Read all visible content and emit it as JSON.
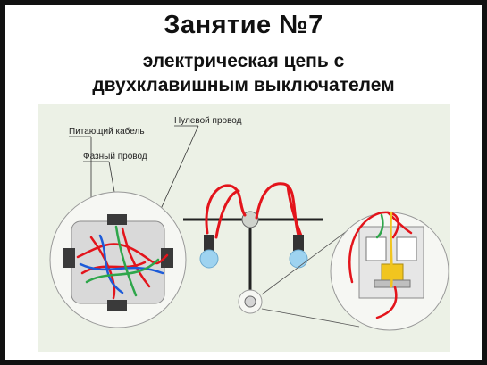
{
  "slide": {
    "title": "Занятие №7",
    "subtitle_line1": "электрическая цепь с",
    "subtitle_line2": "двухклавишным выключателем"
  },
  "diagram": {
    "labels": {
      "supply_cable": "Питающий кабель",
      "phase_wire": "Фазный провод",
      "neutral_wire": "Нулевой провод"
    },
    "colors": {
      "panel_bg": "#ecf1e6",
      "circle_bg": "#f6f7f3",
      "phase": "#e3141b",
      "neutral": "#1d5bd8",
      "ground": "#2ea64a",
      "cable": "#222222",
      "lamp": "#9ed3f0"
    }
  }
}
